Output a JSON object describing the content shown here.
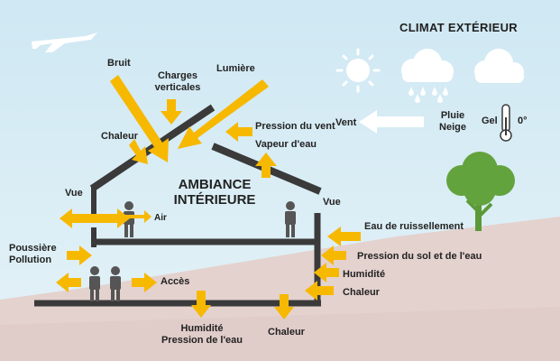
{
  "title": "CLIMAT EXTÉRIEUR",
  "ambiance": [
    "AMBIANCE",
    "INTÉRIEURE"
  ],
  "labels": {
    "bruit": "Bruit",
    "charges": [
      "Charges",
      "verticales"
    ],
    "lumiere": "Lumière",
    "chaleur_toit": "Chaleur",
    "pression_vent": "Pression du vent",
    "vapeur": "Vapeur d'eau",
    "vent": "Vent",
    "pluie_neige": [
      "Pluie",
      "Neige"
    ],
    "gel": "Gel",
    "zero": "0°",
    "vue_gauche": "Vue",
    "air": "Air",
    "vue_droite": "Vue",
    "ruissellement": "Eau de ruissellement",
    "poussiere": [
      "Poussière",
      "Pollution"
    ],
    "acces": "Accès",
    "pression_sol": "Pression du sol et de l'eau",
    "humidite_droite": "Humidité",
    "chaleur_droite": "Chaleur",
    "humidite_bas": [
      "Humidité",
      "Pression de l'eau"
    ],
    "chaleur_bas": "Chaleur"
  },
  "colors": {
    "sky": "#d4ebf4",
    "ground": "#e6d3d0",
    "arrow": "#f7b800",
    "house": "#3a3a3a",
    "tree": "#63a33e",
    "person": "#555555"
  },
  "icons": [
    "airplane-icon",
    "sun-icon",
    "rain-cloud-icon",
    "snow-cloud-icon",
    "thermometer-icon",
    "tree-icon",
    "person-icon"
  ]
}
